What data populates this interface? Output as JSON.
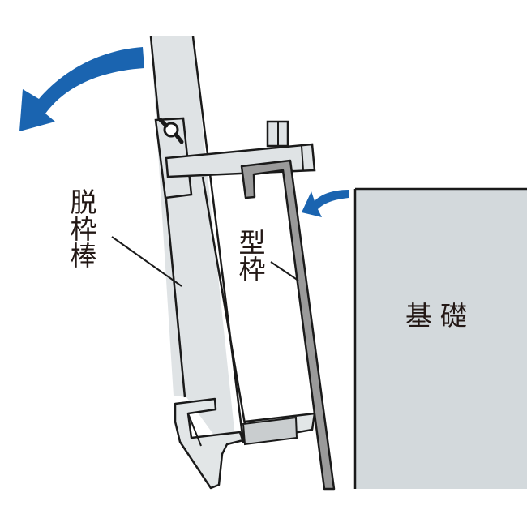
{
  "diagram": {
    "title": "",
    "labels": {
      "stripping_bar": "脱枠棒",
      "formwork": "型枠",
      "foundation": "基礎"
    },
    "colors": {
      "arrow": "#1a64b0",
      "bar_fill": "#dfe3e5",
      "formwork_fill": "#9a9a9a",
      "foundation_fill": "#d3d9dc",
      "outline": "#1a1a1a"
    },
    "arrows": [
      {
        "id": "pry-rotation",
        "direction": "counter-clockwise, pulling bar left"
      },
      {
        "id": "form-release",
        "direction": "leftward, form away from foundation"
      }
    ]
  }
}
